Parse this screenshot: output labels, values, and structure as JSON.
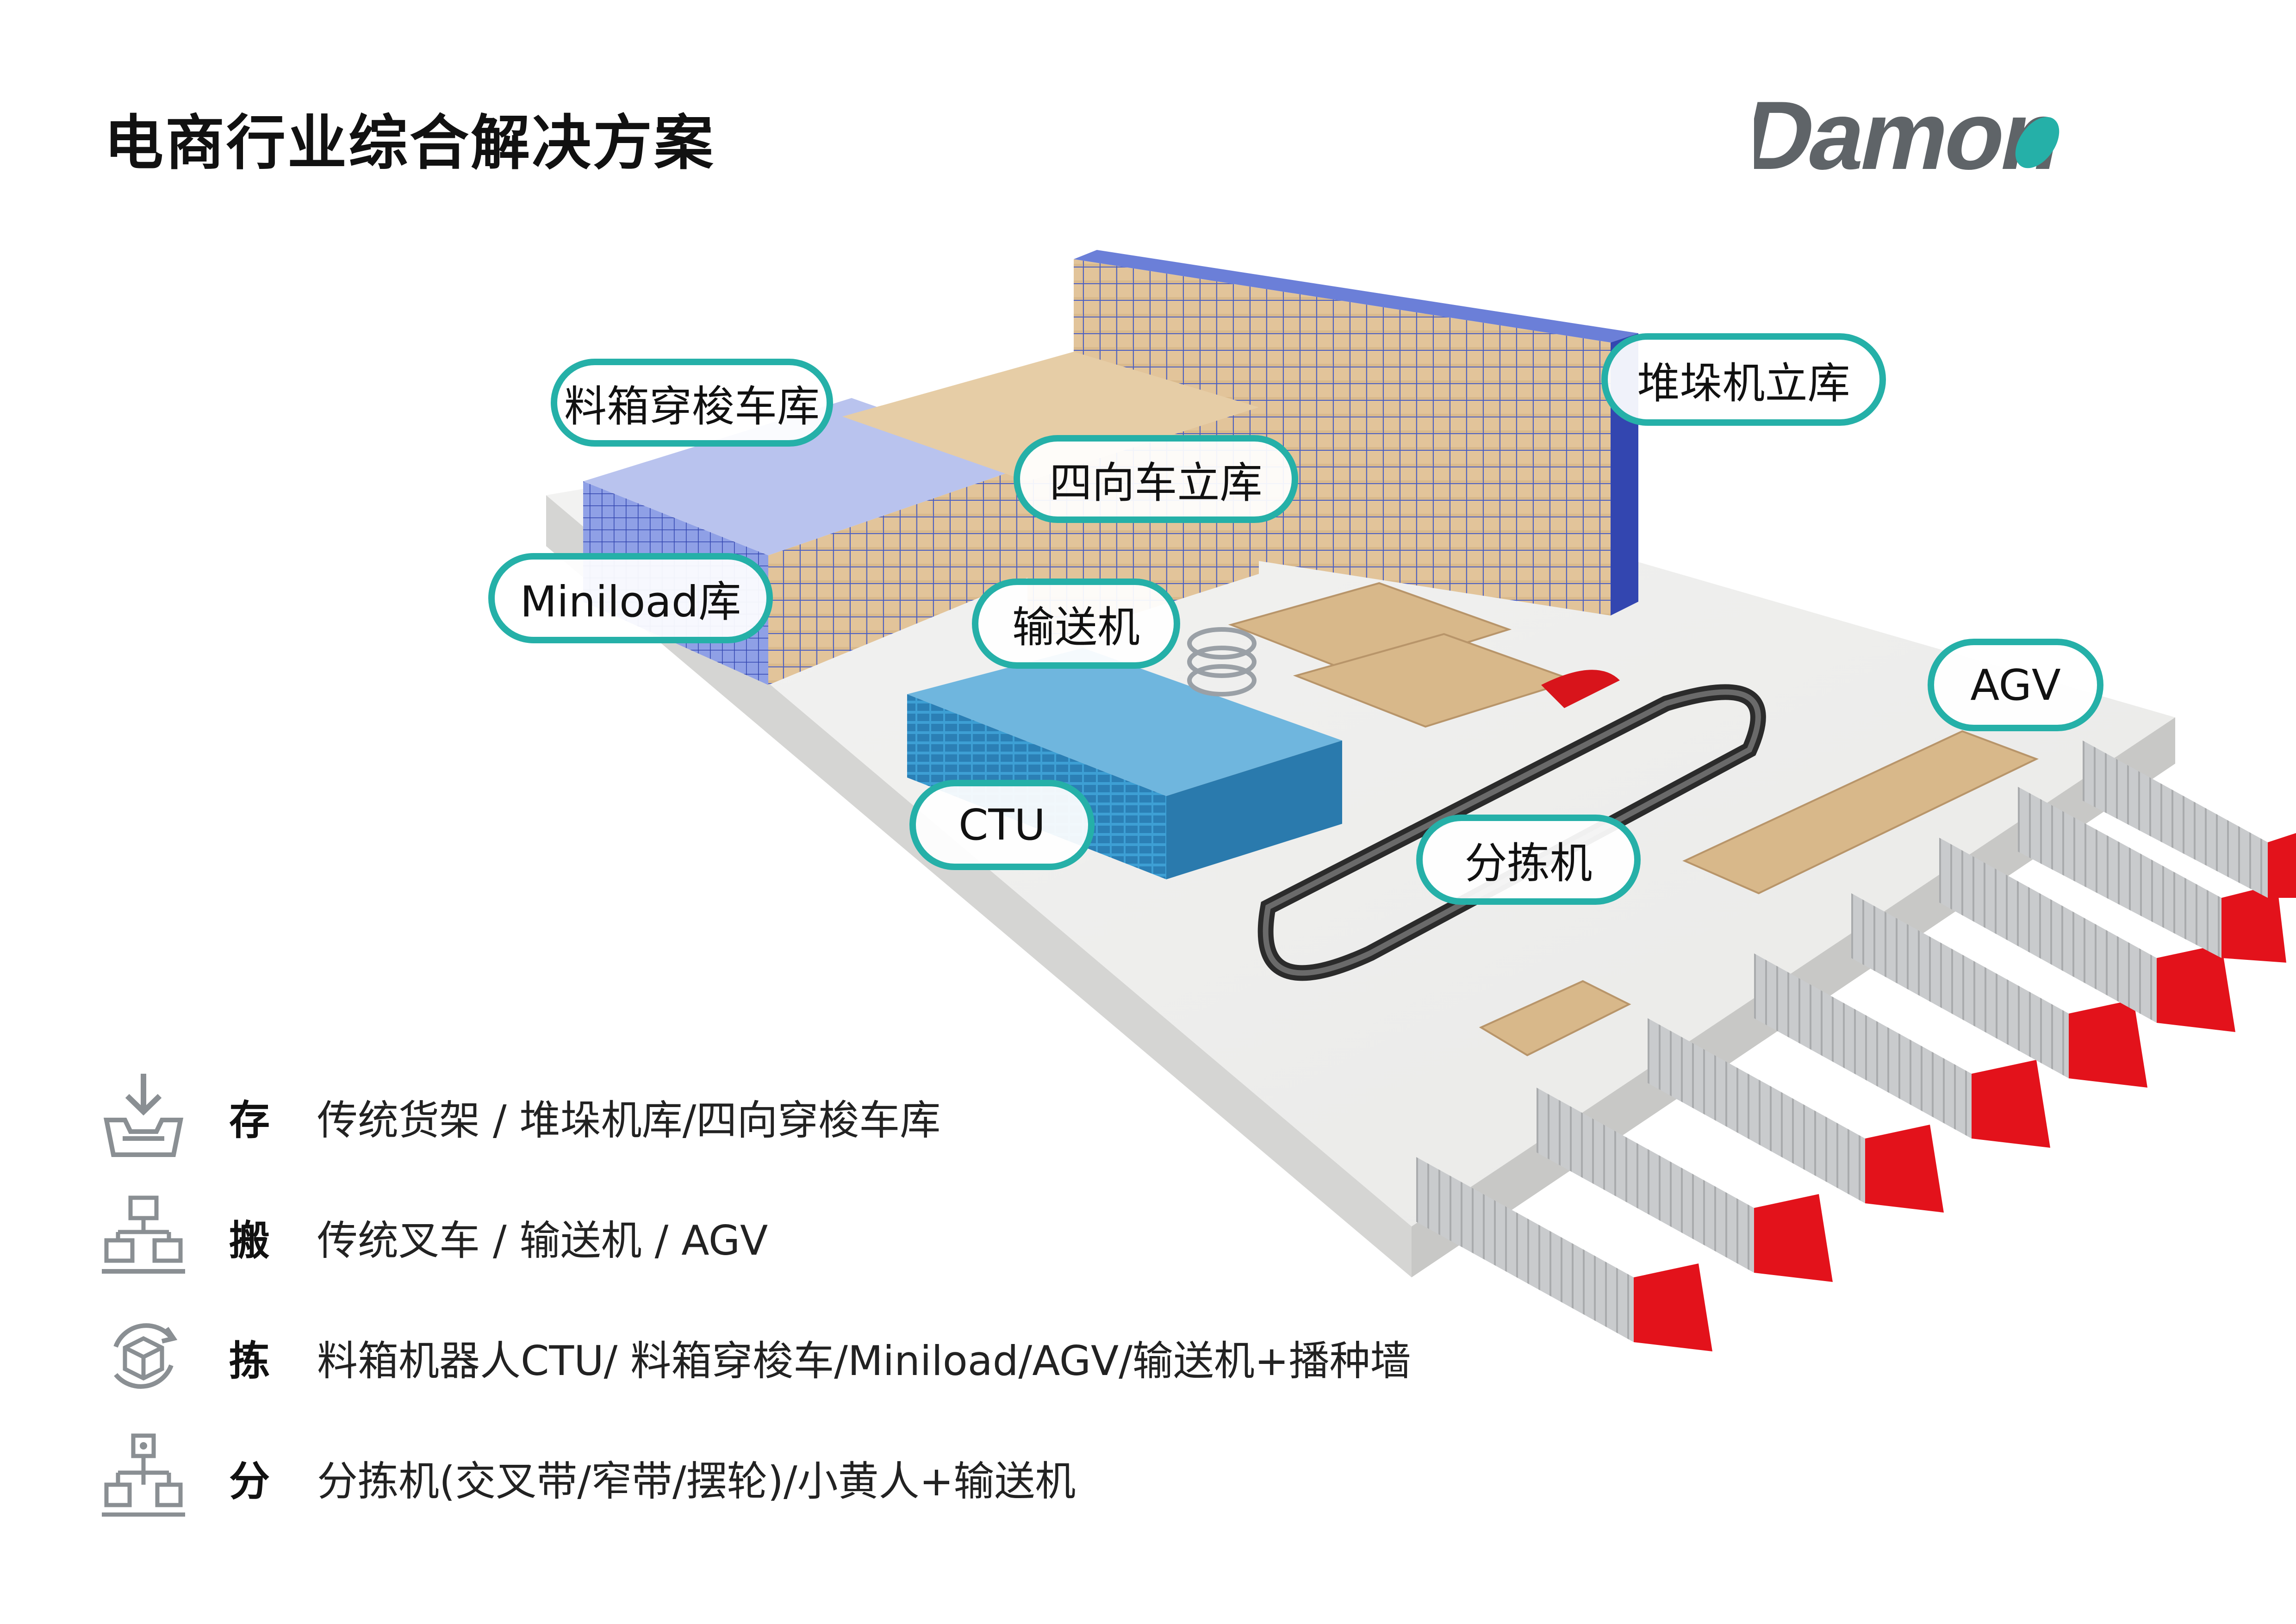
{
  "header": {
    "title": "电商行业综合解决方案",
    "logo_text": "Damon",
    "logo_color": "#5f6468",
    "logo_accent": "#25b0a8"
  },
  "callouts": [
    {
      "id": "shuttle-bin",
      "label": "料箱穿梭车库"
    },
    {
      "id": "stacker",
      "label": "堆垛机立库"
    },
    {
      "id": "four-way",
      "label": "四向车立库"
    },
    {
      "id": "miniload",
      "label": "Miniload库"
    },
    {
      "id": "conveyor",
      "label": "输送机"
    },
    {
      "id": "agv",
      "label": "AGV"
    },
    {
      "id": "ctu",
      "label": "CTU"
    },
    {
      "id": "sorter",
      "label": "分拣机"
    }
  ],
  "legend": [
    {
      "icon": "storage-tray-icon",
      "key": "存",
      "text": "传统货架 / 堆垛机库/四向穿梭车库"
    },
    {
      "icon": "transport-hierarchy-icon",
      "key": "搬",
      "text": "传统叉车 / 输送机 / AGV"
    },
    {
      "icon": "picking-cycle-icon",
      "key": "拣",
      "text": "料箱机器人CTU/ 料箱穿梭车/Miniload/AGV/输送机+播种墙"
    },
    {
      "icon": "sorting-tree-icon",
      "key": "分",
      "text": "分拣机(交叉带/窄带/摆轮)/小黄人+输送机"
    }
  ],
  "colors": {
    "accent": "#25b0a8",
    "truck_cab": "#e3121b",
    "rack": "#4a5fc4",
    "carton": "#d8b88a",
    "bin": "#2f8fc7"
  }
}
